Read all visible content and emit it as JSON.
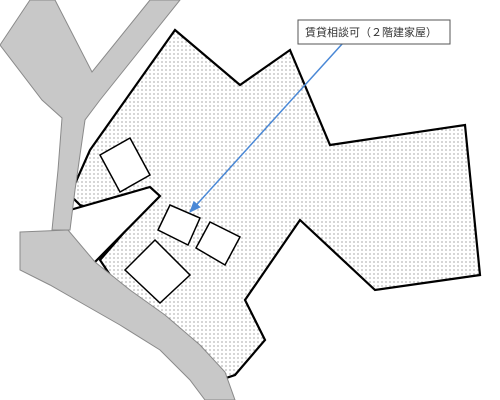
{
  "map": {
    "callout_label": "賃貸相談可（２階建家屋）"
  },
  "colors": {
    "road_fill": "#c8c8c8",
    "road_stroke": "#8a8a8a",
    "parcel_outline": "#000000",
    "parcel_dots": "#6e6e6e",
    "arrow": "#4a88d6",
    "callout_border": "#555555"
  },
  "legend": {
    "parcel_pattern": "dotted-fill",
    "structures": "house-footprints"
  }
}
